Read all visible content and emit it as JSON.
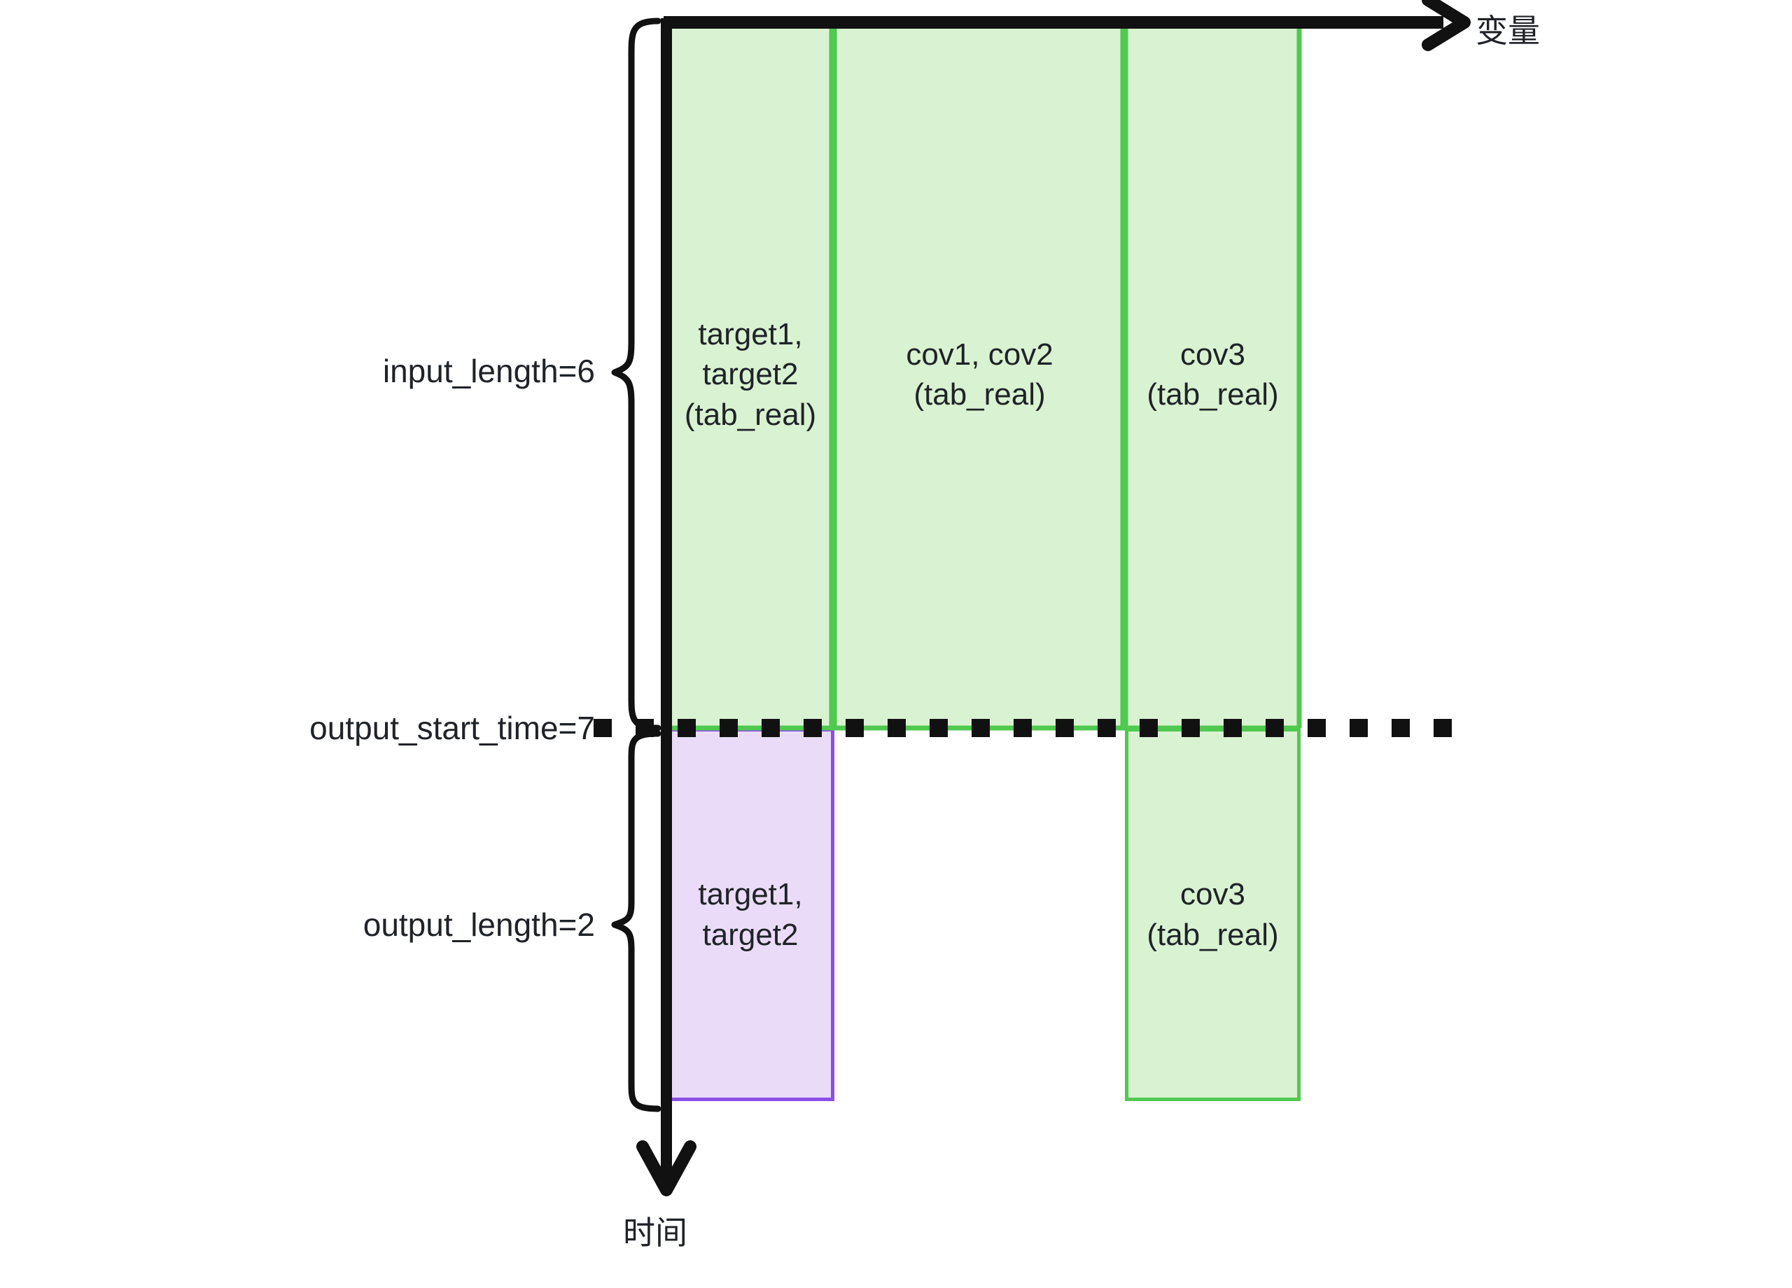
{
  "diagram": {
    "title_hidden": "",
    "axes": {
      "vertical": {
        "label": "时间",
        "direction": "down",
        "icon": "down-arrow-icon"
      },
      "horizontal": {
        "label": "变量",
        "direction": "right",
        "icon": "right-arrow-icon"
      }
    },
    "annotations": {
      "input_length": "input_length=6",
      "output_start_time": "output_start_time=7",
      "output_length": "output_length=2"
    },
    "blocks": [
      {
        "id": "input-target",
        "section": "input",
        "label": "target1,\ntarget2\n(tab_real)",
        "fill": "#D9F2D1",
        "stroke": "#4FC94F"
      },
      {
        "id": "input-cov12",
        "section": "input",
        "label": "cov1, cov2\n(tab_real)",
        "fill": "#D9F2D1",
        "stroke": "#4FC94F"
      },
      {
        "id": "input-cov3",
        "section": "input",
        "label": "cov3\n(tab_real)",
        "fill": "#D9F2D1",
        "stroke": "#4FC94F"
      },
      {
        "id": "output-target",
        "section": "output",
        "label": "target1,\ntarget2",
        "fill": "#EADCF8",
        "stroke": "#8B4FE8"
      },
      {
        "id": "output-cov3",
        "section": "output",
        "label": "cov3\n(tab_real)",
        "fill": "#D9F2D1",
        "stroke": "#4FC94F"
      }
    ],
    "colors": {
      "green_fill": "#D9F2D1",
      "green_stroke": "#4FC94F",
      "purple_fill": "#EADCF8",
      "purple_stroke": "#8B4FE8",
      "axis": "#111111",
      "text": "#1f2328",
      "background": "#ffffff"
    },
    "divider": {
      "style": "dotted",
      "color": "#111111"
    }
  }
}
